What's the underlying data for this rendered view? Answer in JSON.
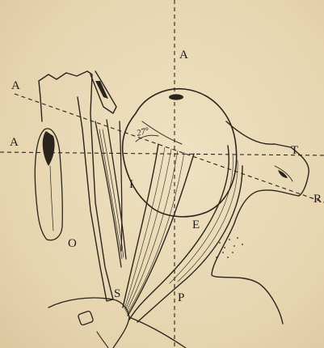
{
  "figure": {
    "labels": {
      "a_top": "A",
      "a_left_upper": "A",
      "a_left_lower": "A",
      "t": "T",
      "r": "R",
      "i": "I",
      "o": "O",
      "s": "S",
      "e": "E",
      "p": "P",
      "angle": "27°"
    }
  }
}
